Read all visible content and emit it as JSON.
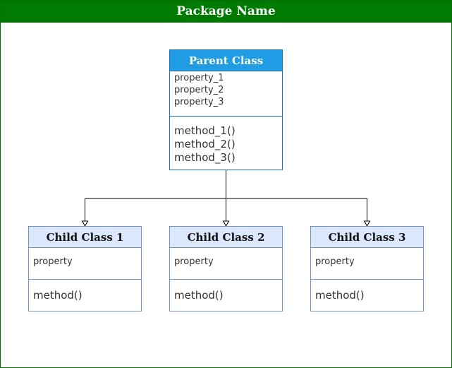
{
  "package": {
    "name": "Package Name"
  },
  "parent": {
    "title": "Parent Class",
    "properties": [
      "property_1",
      "property_2",
      "property_3"
    ],
    "methods": [
      "method_1()",
      "method_2()",
      "method_3()"
    ]
  },
  "children": [
    {
      "title": "Child Class 1",
      "property": "property",
      "method": "method()"
    },
    {
      "title": "Child Class 2",
      "property": "property",
      "method": "method()"
    },
    {
      "title": "Child Class 3",
      "property": "property",
      "method": "method()"
    }
  ],
  "colors": {
    "package_header": "#007a00",
    "parent_header": "#1f9ce4",
    "child_header": "#dbe8fb",
    "connector": "#000000"
  }
}
